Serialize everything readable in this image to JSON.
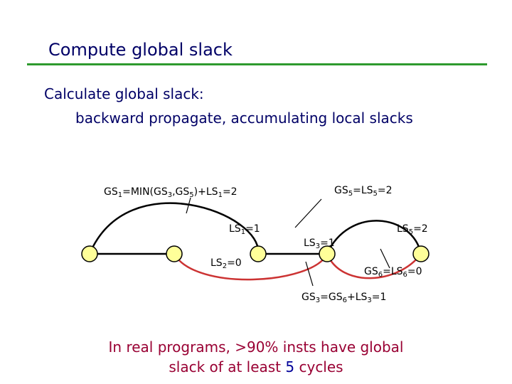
{
  "slide": {
    "title": "Compute global slack",
    "bullet_1": "Calculate global slack:",
    "bullet_2": "backward propagate, accumulating local slacks"
  },
  "diagram": {
    "labels": {
      "gs1": {
        "a": "GS",
        "a_sub": "1",
        "b": "=MIN(GS",
        "b_sub": "3",
        "c": ",GS",
        "c_sub": "5",
        "d": ")+LS",
        "d_sub": "1",
        "e": "=2"
      },
      "gs5": {
        "a": "GS",
        "a_sub": "5",
        "b": "=LS",
        "b_sub": "5",
        "c": "=2"
      },
      "ls1": {
        "a": "LS",
        "a_sub": "1",
        "b": "=1"
      },
      "ls2": {
        "a": "LS",
        "a_sub": "2",
        "b": "=0"
      },
      "ls3": {
        "a": "LS",
        "a_sub": "3",
        "b": "=1"
      },
      "ls5": {
        "a": "LS",
        "a_sub": "5",
        "b": "=2"
      },
      "gs6": {
        "a": "GS",
        "a_sub": "6",
        "b": "=LS",
        "b_sub": "6",
        "c": "=0"
      },
      "gs3": {
        "a": "GS",
        "a_sub": "3",
        "b": "=GS",
        "b_sub": "6",
        "c": "+LS",
        "c_sub": "3",
        "d": "=1"
      }
    },
    "colors": {
      "node_fill": "#ffff99",
      "edge_black": "#000000",
      "edge_red": "#cc3333"
    }
  },
  "footer": {
    "line1_pre": "In real programs, >90% insts have global",
    "line2_pre": "slack of at least ",
    "line2_num": "5",
    "line2_post": " cycles"
  }
}
